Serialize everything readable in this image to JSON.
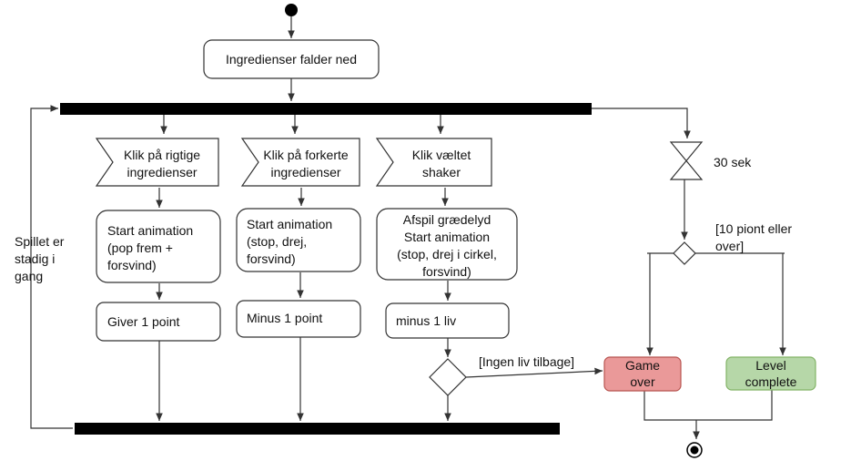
{
  "diagram": {
    "top_action": "Ingredienser falder ned",
    "events": {
      "correct": [
        "Klik på rigtige",
        "ingredienser"
      ],
      "wrong": [
        "Klik på forkerte",
        "ingredienser"
      ],
      "shaker": [
        "Klik væltet",
        "shaker"
      ]
    },
    "actions": {
      "anim_correct": [
        "Start animation",
        "(pop frem +",
        "forsvind)"
      ],
      "anim_wrong": [
        "Start animation",
        "(stop, drej,",
        "forsvind)"
      ],
      "anim_shaker": [
        "Afspil grædelyd",
        "Start animation",
        "(stop, drej i cirkel,",
        "forsvind)"
      ],
      "give_point": "Giver 1 point",
      "minus_point": "Minus 1 point",
      "minus_life": "minus 1 liv"
    },
    "timer_label": "30 sek",
    "guards": {
      "no_lives": "[Ingen liv tilbage]",
      "ten_points": [
        "[10 piont eller",
        "over]"
      ]
    },
    "loop_label": [
      "Spillet er",
      "stadig i",
      "gang"
    ],
    "end_states": {
      "game_over": [
        "Game",
        "over"
      ],
      "level_complete": [
        "Level",
        "complete"
      ]
    }
  },
  "colors": {
    "line": "#333333",
    "bar": "#000000",
    "game_over_fill": "#ea9999",
    "game_over_stroke": "#b85450",
    "level_complete_fill": "#b6d7a8",
    "level_complete_stroke": "#82b366"
  }
}
